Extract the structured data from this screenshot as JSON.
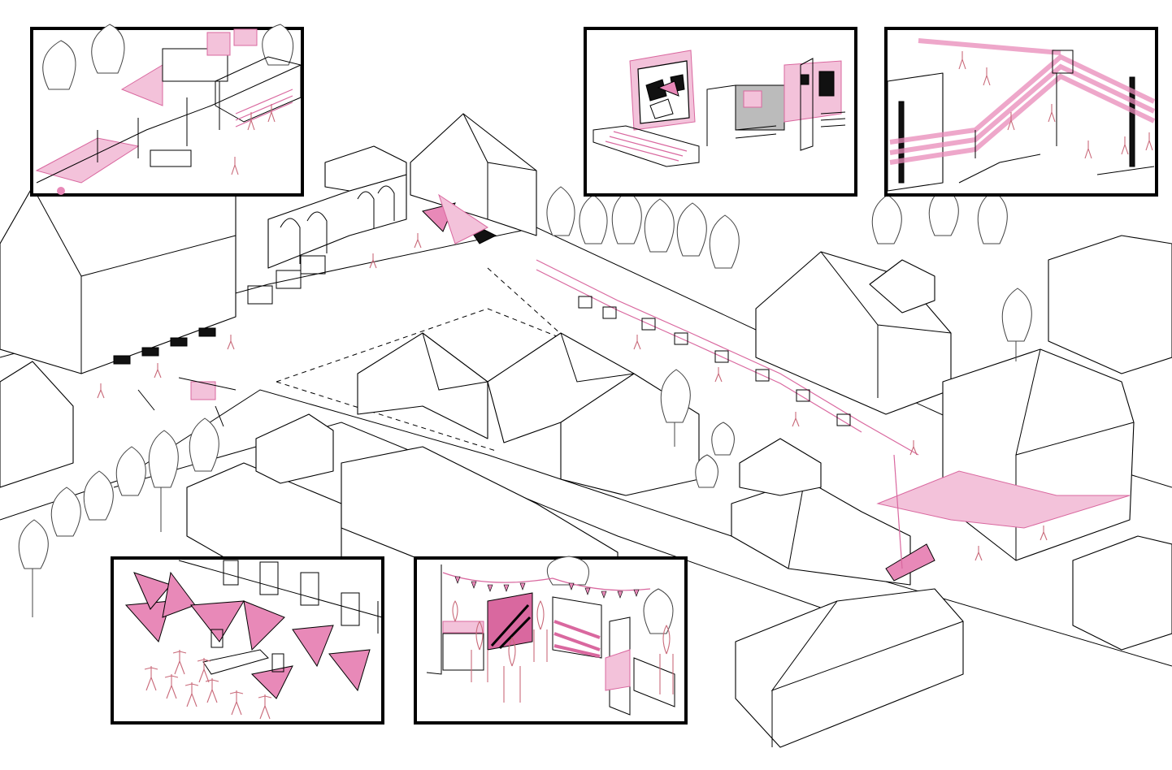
{
  "palette": {
    "accent_pink": "#e889b8",
    "light_pink": "#f3c2da",
    "figure_pink": "#c96a7a",
    "line": "#000000",
    "background": "#ffffff"
  },
  "insets": [
    {
      "name": "inset-scaffold-stage",
      "subject": "scaffold-stage"
    },
    {
      "name": "inset-pavilion-objects",
      "subject": "pavilion-objects"
    },
    {
      "name": "inset-ribbon-bridge",
      "subject": "ribbon-bridge"
    },
    {
      "name": "inset-folded-canopy",
      "subject": "folded-canopy"
    },
    {
      "name": "inset-market-stalls",
      "subject": "market-stalls"
    }
  ]
}
